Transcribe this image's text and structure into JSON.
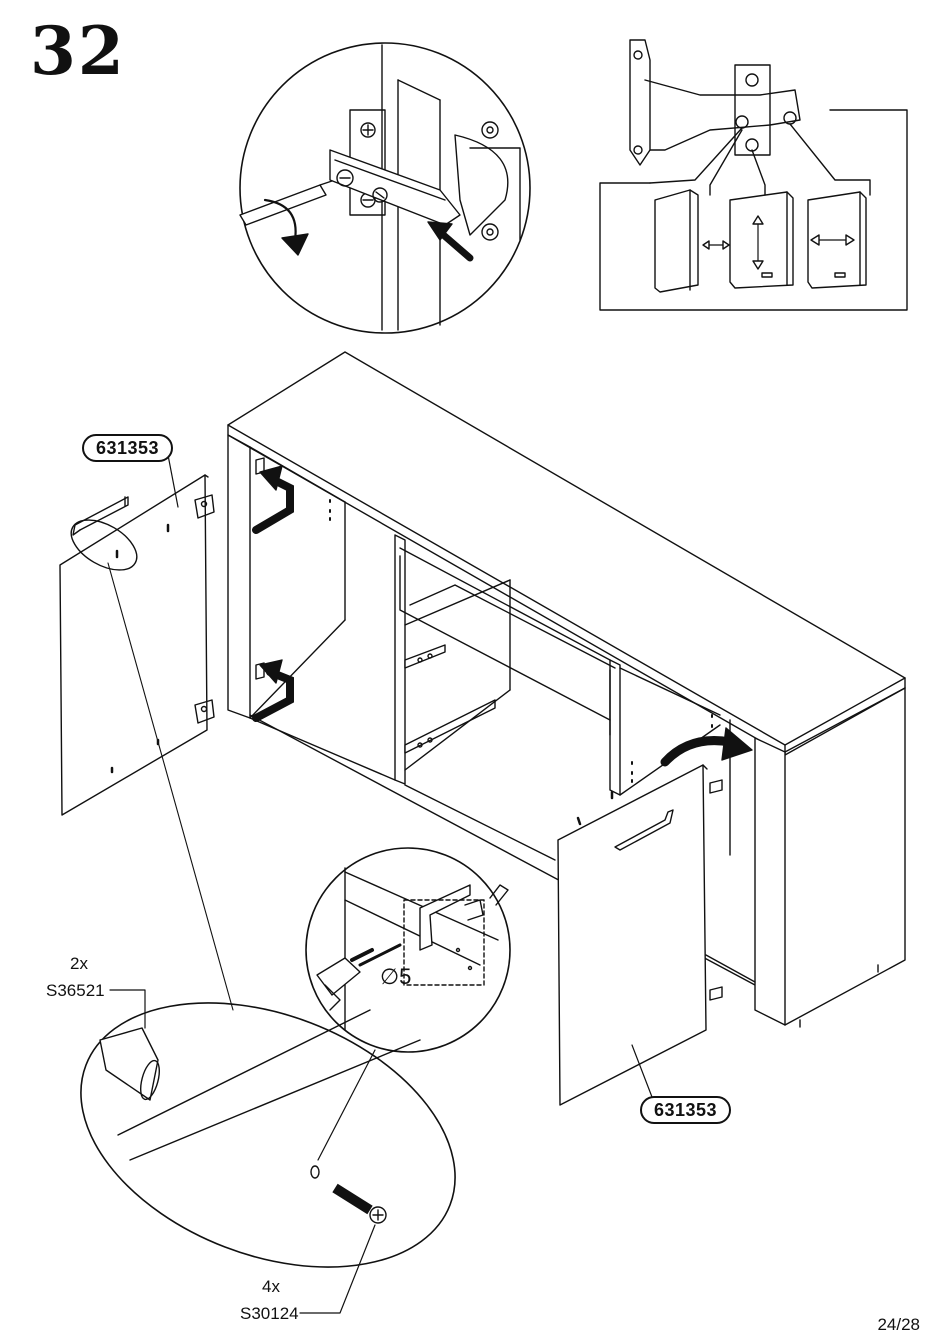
{
  "step": {
    "number": "32"
  },
  "parts": {
    "door_left": "631353",
    "door_right": "631353",
    "pin_qty": "2x",
    "pin_code": "S36521",
    "screw_qty": "4x",
    "screw_code": "S30124"
  },
  "drill": {
    "diameter_symbol": "∅",
    "diameter_value": "5"
  },
  "page": {
    "number": "24/28"
  }
}
